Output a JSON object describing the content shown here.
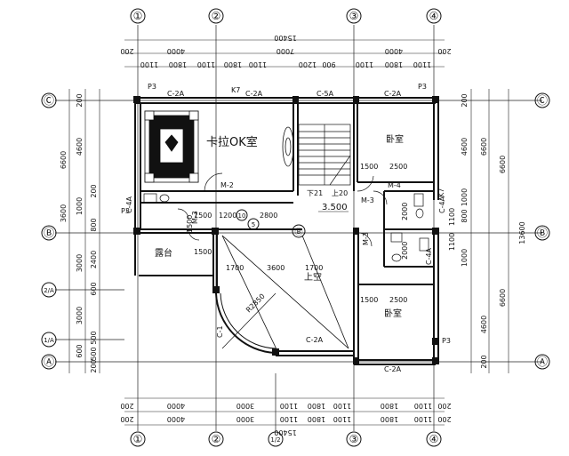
{
  "axes": {
    "top": [
      "①",
      "②",
      "③",
      "④"
    ],
    "bottom": [
      "①",
      "②",
      "1/2",
      "③",
      "④"
    ],
    "left": [
      "Ⓒ",
      "Ⓑ",
      "2/A",
      "1/A",
      "Ⓐ"
    ],
    "right": [
      "Ⓒ",
      "Ⓑ",
      "Ⓐ"
    ]
  },
  "top_dims": {
    "overall": "15400",
    "row2": [
      "200",
      "4000",
      "7000",
      "4000",
      "200"
    ],
    "row3": [
      "1100",
      "1800",
      "1100",
      "1800",
      "1100",
      "1200",
      "900",
      "1100",
      "1800",
      "1100"
    ]
  },
  "bottom_dims": {
    "row1": [
      "200",
      "4000",
      "3000",
      "1100",
      "1800",
      "1100",
      "1800",
      "1100",
      "200"
    ],
    "row2": [
      "200",
      "4000",
      "3000",
      "1100",
      "1800",
      "1100",
      "1800",
      "1100",
      "200"
    ],
    "overall": "15400"
  },
  "left_dims": {
    "outer": [
      "6600",
      "3600"
    ],
    "mid": [
      "200",
      "4600",
      "1000",
      "3000",
      "3000",
      "600"
    ],
    "inner": [
      "200",
      "800",
      "2400",
      "600",
      "500",
      "500",
      "200"
    ]
  },
  "right_dims": {
    "overall": "13600",
    "mid": [
      "6600",
      "6600"
    ],
    "inner": [
      "200",
      "4600",
      "1000",
      "800",
      "1100",
      "1100",
      "1000",
      "4600",
      "200"
    ]
  },
  "rooms": {
    "karaoke": "卡拉OK室",
    "bedroom_top": "卧室",
    "bedroom_bottom": "卧室",
    "void": "上空",
    "balcony": "露台"
  },
  "windows": {
    "c2a_1": "C-2A",
    "c2a_2": "C-2A",
    "c5a": "C-5A",
    "c2a_3": "C-2A",
    "c2a_4": "C-2A",
    "c2a_5": "C-2A",
    "c4a_l": "C-4A",
    "c4a_r": "C-4A",
    "c4a_r2": "C-4A",
    "c1": "C-1"
  },
  "doors": {
    "m2": "M-2",
    "m3a": "M-3",
    "m3b": "M-3",
    "m4": "M-4",
    "m3c": "M-3"
  },
  "misc": {
    "level": "3.500",
    "stair_down": "下21",
    "stair_up": "上20",
    "radius": "R2850",
    "p3": [
      "P3",
      "P3",
      "P3",
      "P3"
    ],
    "k7": [
      "K7",
      "K7"
    ],
    "inner_dims": [
      "2500",
      "1500",
      "2000",
      "2000",
      "1500",
      "1200",
      "2800",
      "1500",
      "1700",
      "3600",
      "1700",
      "2500",
      "1500",
      "1500"
    ],
    "circle_labels": [
      "10",
      "5",
      "Ⓑ"
    ]
  }
}
